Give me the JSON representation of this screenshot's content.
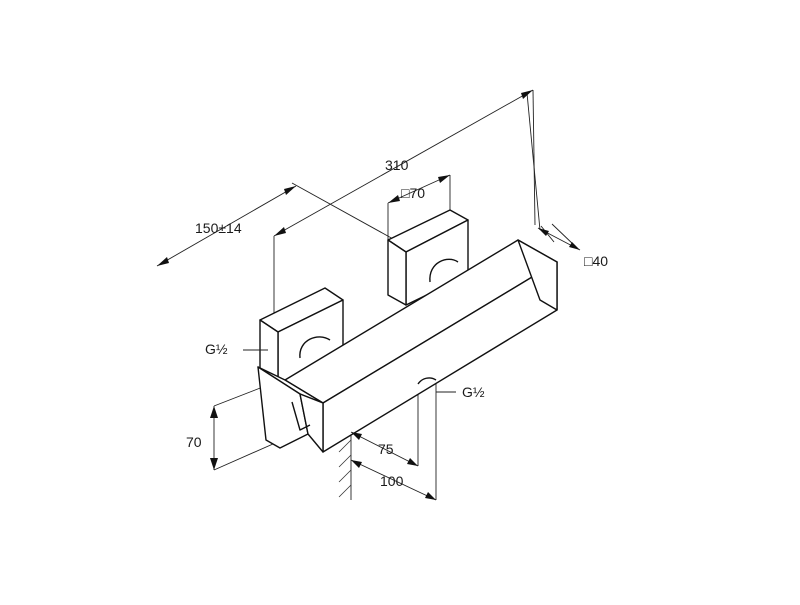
{
  "drawing": {
    "labels": {
      "overall_length": "310",
      "offset_range": "150±14",
      "handle_square": "□70",
      "body_square": "□40",
      "thread_left": "G½",
      "thread_right": "G½",
      "height": "70",
      "wall_distance_short": "75",
      "wall_distance_long": "100"
    }
  }
}
